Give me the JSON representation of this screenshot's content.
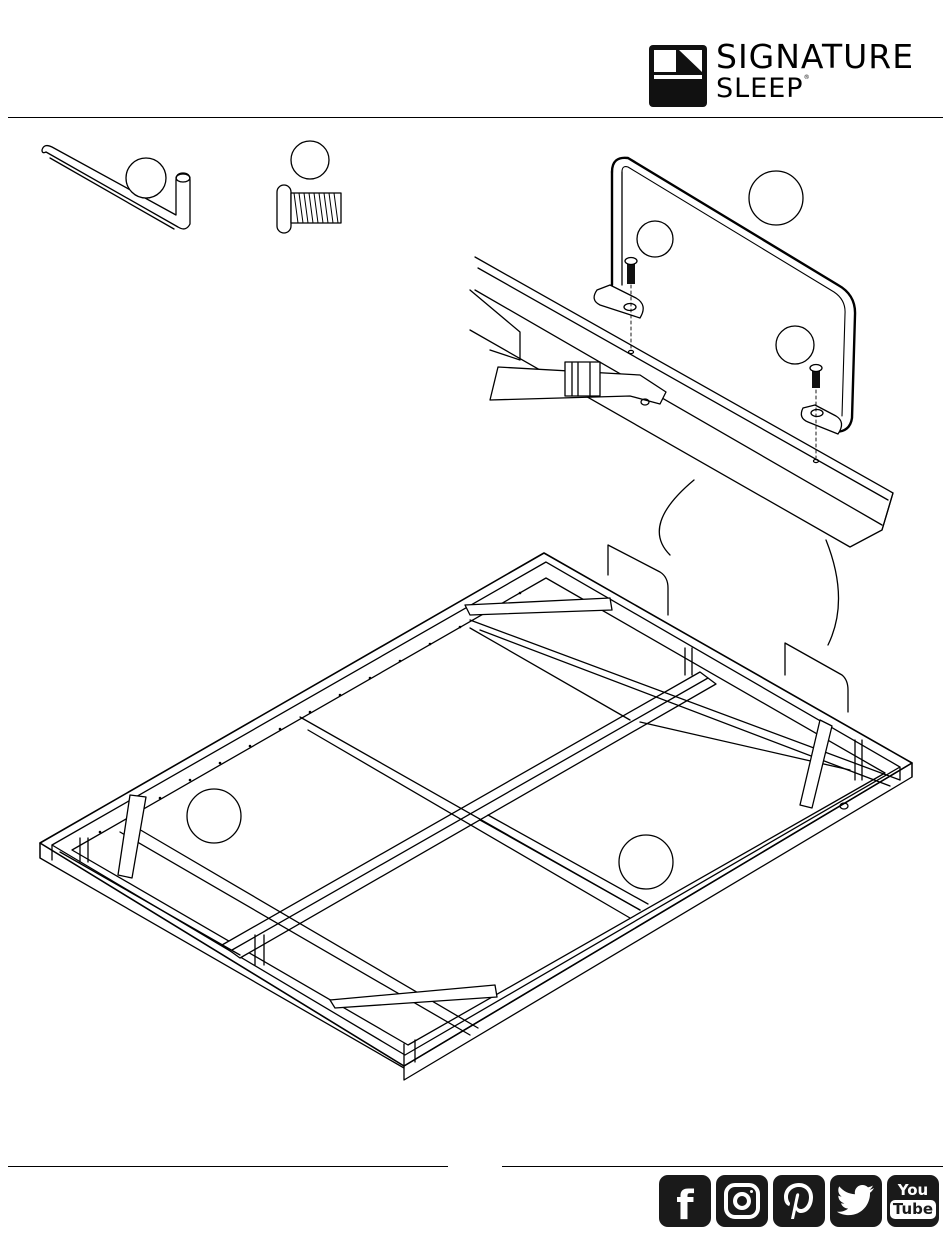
{
  "header": {
    "brand_line1": "SIGNATURE",
    "brand_line2": "SLEEP",
    "trademark": "®"
  },
  "social": {
    "icons": [
      "facebook-icon",
      "instagram-icon",
      "pinterest-icon",
      "twitter-icon",
      "youtube-icon"
    ],
    "youtube_top": "You",
    "youtube_bottom": "Tube",
    "facebook_letter": "f"
  },
  "colors": {
    "ink": "#000000",
    "icon_bg": "#1a1a1a"
  }
}
